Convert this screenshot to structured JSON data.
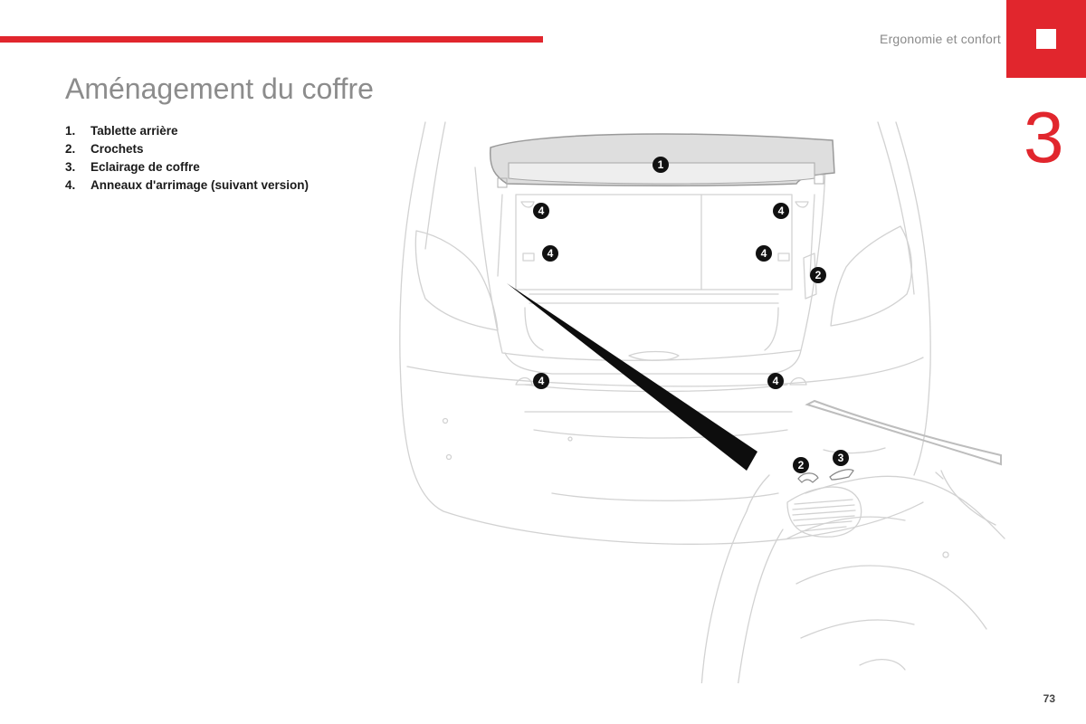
{
  "header": {
    "section_title": "Ergonomie et confort",
    "accent_color": "#e1262d"
  },
  "chapter": {
    "number": "3"
  },
  "title": "Aménagement du coffre",
  "legend": [
    {
      "num": "1.",
      "label": "Tablette arrière"
    },
    {
      "num": "2.",
      "label": "Crochets"
    },
    {
      "num": "3.",
      "label": "Eclairage de coffre"
    },
    {
      "num": "4.",
      "label": "Anneaux d'arrimage (suivant version)"
    }
  ],
  "callouts": {
    "one": "1",
    "two": "2",
    "three": "3",
    "four": "4"
  },
  "footer": {
    "page_number": "73"
  }
}
